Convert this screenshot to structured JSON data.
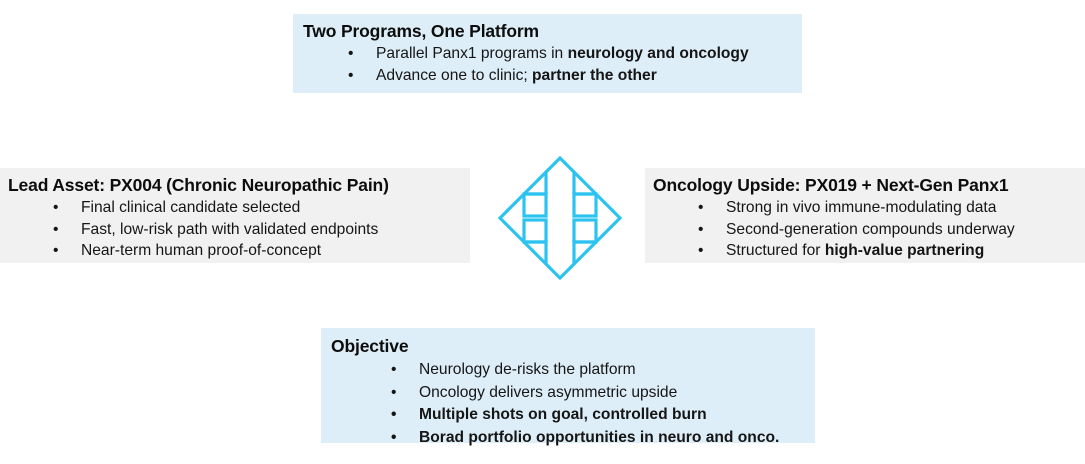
{
  "colors": {
    "panel_blue": "#DEEEF8",
    "panel_gray": "#F1F1F1",
    "icon_cyan": "#2CC3F0",
    "text": "#151515",
    "background": "#FFFFFF"
  },
  "top_banner": {
    "title": "Two Programs, One Platform",
    "bullets": [
      {
        "dot": "•",
        "prefix": "Parallel Panx1 programs in ",
        "bold": "neurology and oncology",
        "suffix": "",
        "all_bold": false
      },
      {
        "dot": "•",
        "prefix": "Advance one to clinic; ",
        "bold": "partner the other",
        "suffix": "",
        "all_bold": false
      }
    ]
  },
  "left_panel": {
    "title": "Lead Asset: PX004 (Chronic Neuropathic Pain)",
    "bullets": [
      {
        "dot": "•",
        "prefix": "Final clinical candidate selected",
        "bold": "",
        "suffix": "",
        "all_bold": false
      },
      {
        "dot": "•",
        "prefix": "Fast, low-risk path with validated endpoints",
        "bold": "",
        "suffix": "",
        "all_bold": false
      },
      {
        "dot": "•",
        "prefix": "Near-term human proof-of-concept",
        "bold": "",
        "suffix": "",
        "all_bold": false
      }
    ]
  },
  "right_panel": {
    "title": "Oncology Upside: PX019 + Next-Gen Panx1",
    "bullets": [
      {
        "dot": "•",
        "prefix": "Strong in vivo immune-modulating data",
        "bold": "",
        "suffix": "",
        "all_bold": false
      },
      {
        "dot": "•",
        "prefix": "Second-generation compounds underway",
        "bold": "",
        "suffix": "",
        "all_bold": false
      },
      {
        "dot": "•",
        "prefix": "Structured for ",
        "bold": "high-value partnering",
        "suffix": "",
        "all_bold": false
      }
    ]
  },
  "bottom_panel": {
    "title": "Objective",
    "bullets": [
      {
        "dot": "•",
        "prefix": "Neurology de-risks the platform",
        "bold": "",
        "suffix": "",
        "all_bold": false
      },
      {
        "dot": "•",
        "prefix": "Oncology delivers asymmetric upside",
        "bold": "",
        "suffix": "",
        "all_bold": false
      },
      {
        "dot": "•",
        "prefix": "Multiple shots on goal, controlled burn",
        "bold": "",
        "suffix": "",
        "all_bold": true
      },
      {
        "dot": "•",
        "prefix": "Borad portfolio opportunities in neuro and onco.",
        "bold": "",
        "suffix": "",
        "all_bold": true
      }
    ]
  },
  "center_icon": {
    "name": "four-way-expand-arrow-diamond-icon",
    "color": "#2CC3F0"
  }
}
